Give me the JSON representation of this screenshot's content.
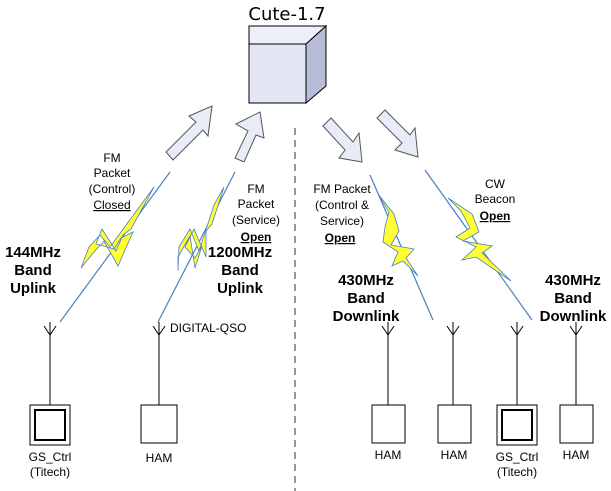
{
  "title": "Cute-1.7",
  "uplink_left": {
    "packet_lines": [
      "FM",
      "Packet",
      "(Control)"
    ],
    "status": "Closed",
    "band_lines": [
      "144MHz",
      "Band",
      "Uplink"
    ]
  },
  "uplink_right": {
    "packet_lines": [
      "FM",
      "Packet",
      "(Service)"
    ],
    "status": "Open",
    "band_lines": [
      "1200MHz",
      "Band",
      "Uplink"
    ],
    "mode_label": "DIGITAL-QSO"
  },
  "downlink_left": {
    "packet_lines": [
      "FM Packet",
      "(Control &",
      "Service)"
    ],
    "status": "Open",
    "band_lines": [
      "430MHz",
      "Band",
      "Downlink"
    ]
  },
  "downlink_right": {
    "packet_lines": [
      "CW",
      "Beacon"
    ],
    "status": "Open",
    "band_lines": [
      "430MHz",
      "Band",
      "Downlink"
    ]
  },
  "stations": {
    "gs_ctrl_left": [
      "GS_Ctrl",
      "(Titech)"
    ],
    "ham_uplink": "HAM",
    "ham_1": "HAM",
    "ham_2": "HAM",
    "gs_ctrl_right": [
      "GS_Ctrl",
      "(Titech)"
    ],
    "ham_3": "HAM"
  },
  "colors": {
    "cube_front": "#e3e6f4",
    "cube_top": "#eef0f9",
    "cube_side": "#b7bcd8",
    "arrow_fill": "#e8ecf7",
    "lightning": "#ffff33",
    "link_line": "#4a7fc0"
  }
}
